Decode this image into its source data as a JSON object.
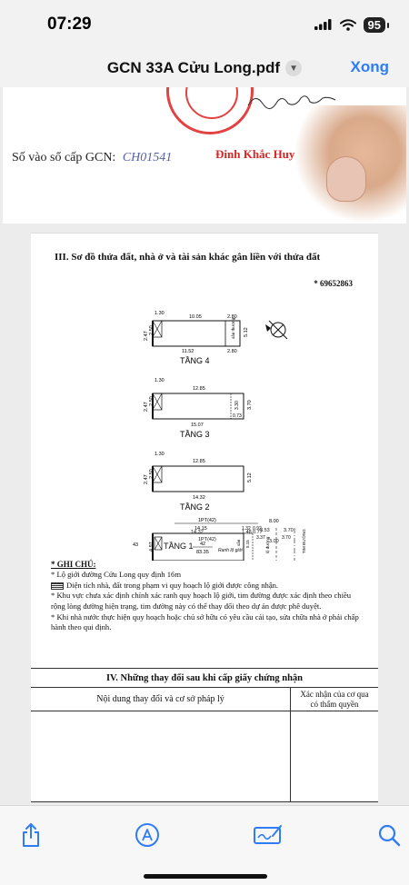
{
  "status": {
    "time": "07:29",
    "battery": "95"
  },
  "nav": {
    "title": "GCN 33A Cửu Long.pdf",
    "done": "Xong"
  },
  "page1": {
    "so_vao_so_label": "Số vào sổ cấp GCN:",
    "so_vao_so_value": "CH01541",
    "signer": "Đinh Khắc Huy"
  },
  "page2": {
    "section3_title": "III. Sơ đồ thửa đất, nhà ở và tài sản khác gắn liền với thửa đất",
    "serial": "* 69652863",
    "floors": {
      "f4": "TẦNG 4",
      "f3": "TẦNG 3",
      "f2": "TẦNG 2",
      "f1": "TẦNG 1"
    },
    "dims": {
      "f4_top": "10.05",
      "f4_left_a": "1.30",
      "f4_right_a": "2.80",
      "f4_h1": "2.50",
      "f4_h2": "2.47",
      "f4_inner": "sân thượng",
      "f4_h3": "5.12",
      "f4_bottom": "11.52",
      "f4_bottom_r": "2.80",
      "f3_top": "12.85",
      "f3_left_a": "1.30",
      "f3_h1": "2.50",
      "f3_h2": "2.47",
      "f3_h3": "3.70",
      "f3_bottom": "15.07",
      "f3_r": "0.73",
      "f3_inner": "3.30",
      "f2_top": "12.85",
      "f2_left_a": "1.30",
      "f2_h1": "2.50",
      "f2_h2": "2.47",
      "f2_h3": "5.12",
      "f2_bottom": "14.32",
      "f1_1pt_top": "1PT(42)",
      "f1_top": "14.15",
      "f1_tr1": "1.32",
      "f1_tr2": "0.92",
      "f1_800": "8.00",
      "f1_42": "42",
      "f1_area": "83.35",
      "f1_left": "4.97",
      "f1_43": "43",
      "f1_r1": "3.37",
      "f1_r2": "3.70",
      "f1_r3": "3.53",
      "f1_r4": "3.70",
      "f1_l1": "1.48",
      "f1_l2": "0.77",
      "f1_bottom": "14.32",
      "f1_300": "3.00",
      "f1_1pt_bottom": "1PT(42)",
      "f1_ranh": "Ranh lộ giới",
      "f1_road": "lộ đường",
      "f1_street": "TIM ĐƯỜNG",
      "f1_san": "sân",
      "f1_in1": "5.15"
    },
    "ghichu": {
      "title": "* GHI CHÚ:",
      "line1": "* Lộ giới đường Cửu Long quy định 16m",
      "line2": "Diện tích nhà, đất trong phạm vi quy hoạch lộ giới được công nhận.",
      "line3": "* Khu vực chưa xác định chính xác ranh quy hoạch lộ giới, tim đường được xác định theo chiều rộng lòng đường hiện trạng, tim đường này có thể thay đổi theo dự án được phê duyệt.",
      "line4": "* Khi nhà nước thực hiện quy hoạch hoặc chủ sở hữu có yêu cầu cải tạo, sửa chữa nhà ở phải chấp hành theo qui định."
    },
    "section4": {
      "title": "IV. Những thay đổi sau khi cấp giấy chứng nhận",
      "col1": "Nội dung thay đổi và cơ sở pháp lý",
      "col2_line1": "Xác nhận của cơ qua",
      "col2_line2": "có thẩm quyền"
    }
  },
  "toolbar": {
    "share": "share-icon",
    "markup": "markup-icon",
    "signature": "signature-icon",
    "search": "search-icon"
  }
}
